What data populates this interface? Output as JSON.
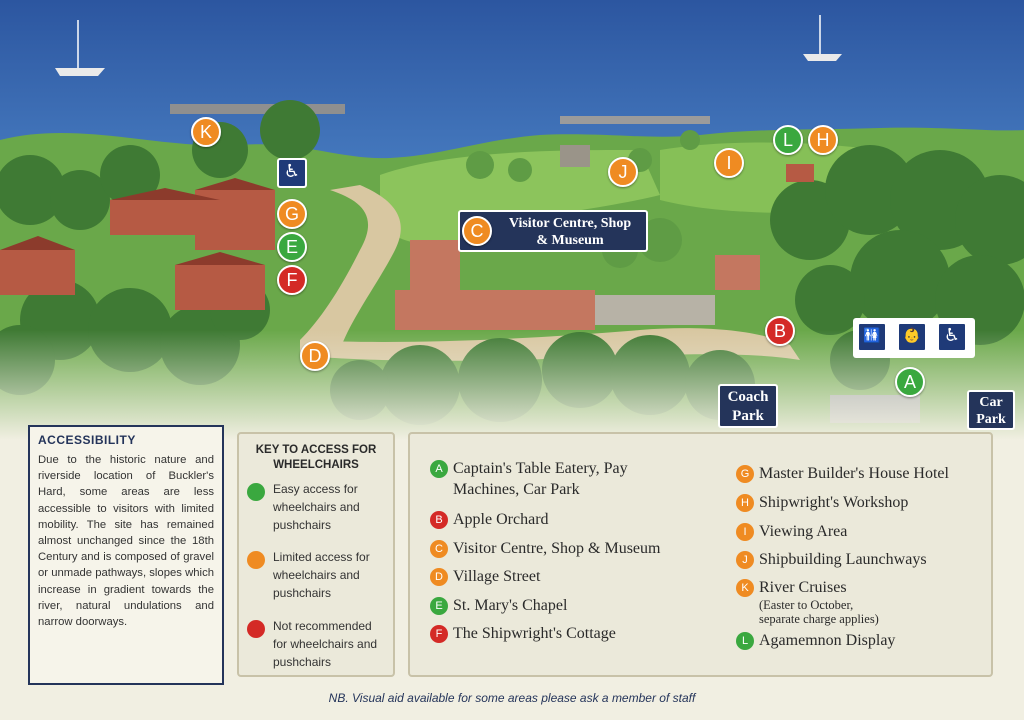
{
  "map": {
    "labels": {
      "visitor_centre_line1": "Visitor Centre, Shop",
      "visitor_centre_line2": "& Museum",
      "coach_park_line1": "Coach",
      "coach_park_line2": "Park",
      "car_park_line1": "Car",
      "car_park_line2": "Park"
    },
    "markers": [
      "A",
      "B",
      "C",
      "D",
      "E",
      "F",
      "G",
      "H",
      "I",
      "J",
      "K",
      "L"
    ],
    "icons": [
      "wheelchair-icon",
      "toilets-icon",
      "baby-change-icon"
    ],
    "colors": {
      "green": "#3aa83f",
      "orange": "#ef8b22",
      "red": "#d42a26",
      "navy": "#24345a"
    }
  },
  "accessibility": {
    "title": "ACCESSIBILITY",
    "text": "Due to the historic nature and riverside location of Buckler's Hard, some areas are less accessible to visitors with limited mobility. The site has remained almost unchanged since the 18th Century and is composed of gravel or unmade pathways, slopes which increase in gradient towards the river, natural undulations and narrow doorways."
  },
  "key": {
    "title_line1": "KEY TO ACCESS FOR",
    "title_line2": "WHEELCHAIRS",
    "items": [
      {
        "color": "#3aa83f",
        "line1": "Easy access for",
        "line2": "wheelchairs and",
        "line3": "pushchairs"
      },
      {
        "color": "#ef8b22",
        "line1": "Limited access for",
        "line2": "wheelchairs and",
        "line3": "pushchairs"
      },
      {
        "color": "#d42a26",
        "line1": "Not recommended",
        "line2": "for wheelchairs and",
        "line3": "pushchairs"
      }
    ]
  },
  "legend": {
    "A": {
      "line1": "Captain's Table Eatery, Pay",
      "line2": "Machines, Car Park"
    },
    "B": {
      "line1": "Apple Orchard"
    },
    "C": {
      "line1": "Visitor Centre, Shop & Museum"
    },
    "D": {
      "line1": "Village Street"
    },
    "E": {
      "line1": "St. Mary's Chapel"
    },
    "F": {
      "line1": "The Shipwright's Cottage"
    },
    "G": {
      "line1": "Master Builder's House Hotel"
    },
    "H": {
      "line1": "Shipwright's Workshop"
    },
    "I": {
      "line1": "Viewing Area"
    },
    "J": {
      "line1": "Shipbuilding Launchways"
    },
    "K": {
      "line1": "River Cruises",
      "sub1": "(Easter to October,",
      "sub2": "separate charge applies)"
    },
    "L": {
      "line1": "Agamemnon Display"
    }
  },
  "footnote": "NB. Visual aid available for some areas please ask a member of staff"
}
